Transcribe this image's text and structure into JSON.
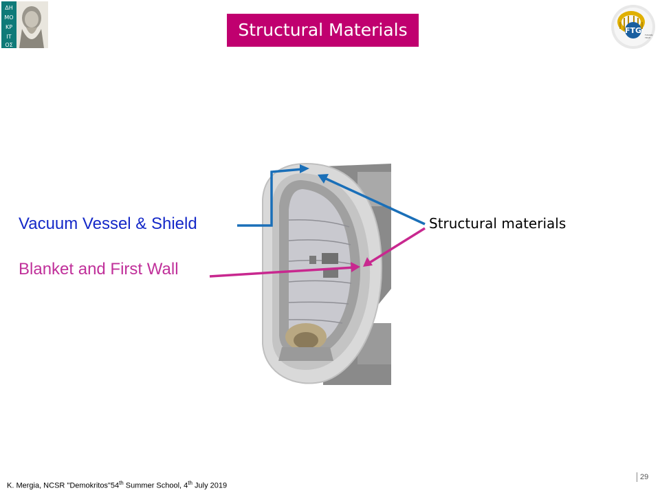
{
  "title": "Structural Materials",
  "labels": {
    "vacuum_vessel": "Vacuum Vessel & Shield",
    "blanket": "Blanket and First Wall",
    "structural": "Structural materials"
  },
  "logos": {
    "left_text": "ΔΗΜΟΚΡΙΤΟΣ",
    "right_text": "FTG",
    "right_subtext": "FUSION TECHNOLOGY GROUP"
  },
  "footer": {
    "prefix": "K. Mergia, NCSR \"Demokritos\"54",
    "sup1": "th",
    "middle": " Summer School, 4",
    "sup2": "th",
    "suffix": " July 2019"
  },
  "page_number": "29",
  "colors": {
    "title_bg": "#c0006f",
    "blue_arrow": "#1a6fb8",
    "magenta_arrow": "#c8288f",
    "vv_text": "#1428c8",
    "blanket_text": "#c0309a"
  }
}
